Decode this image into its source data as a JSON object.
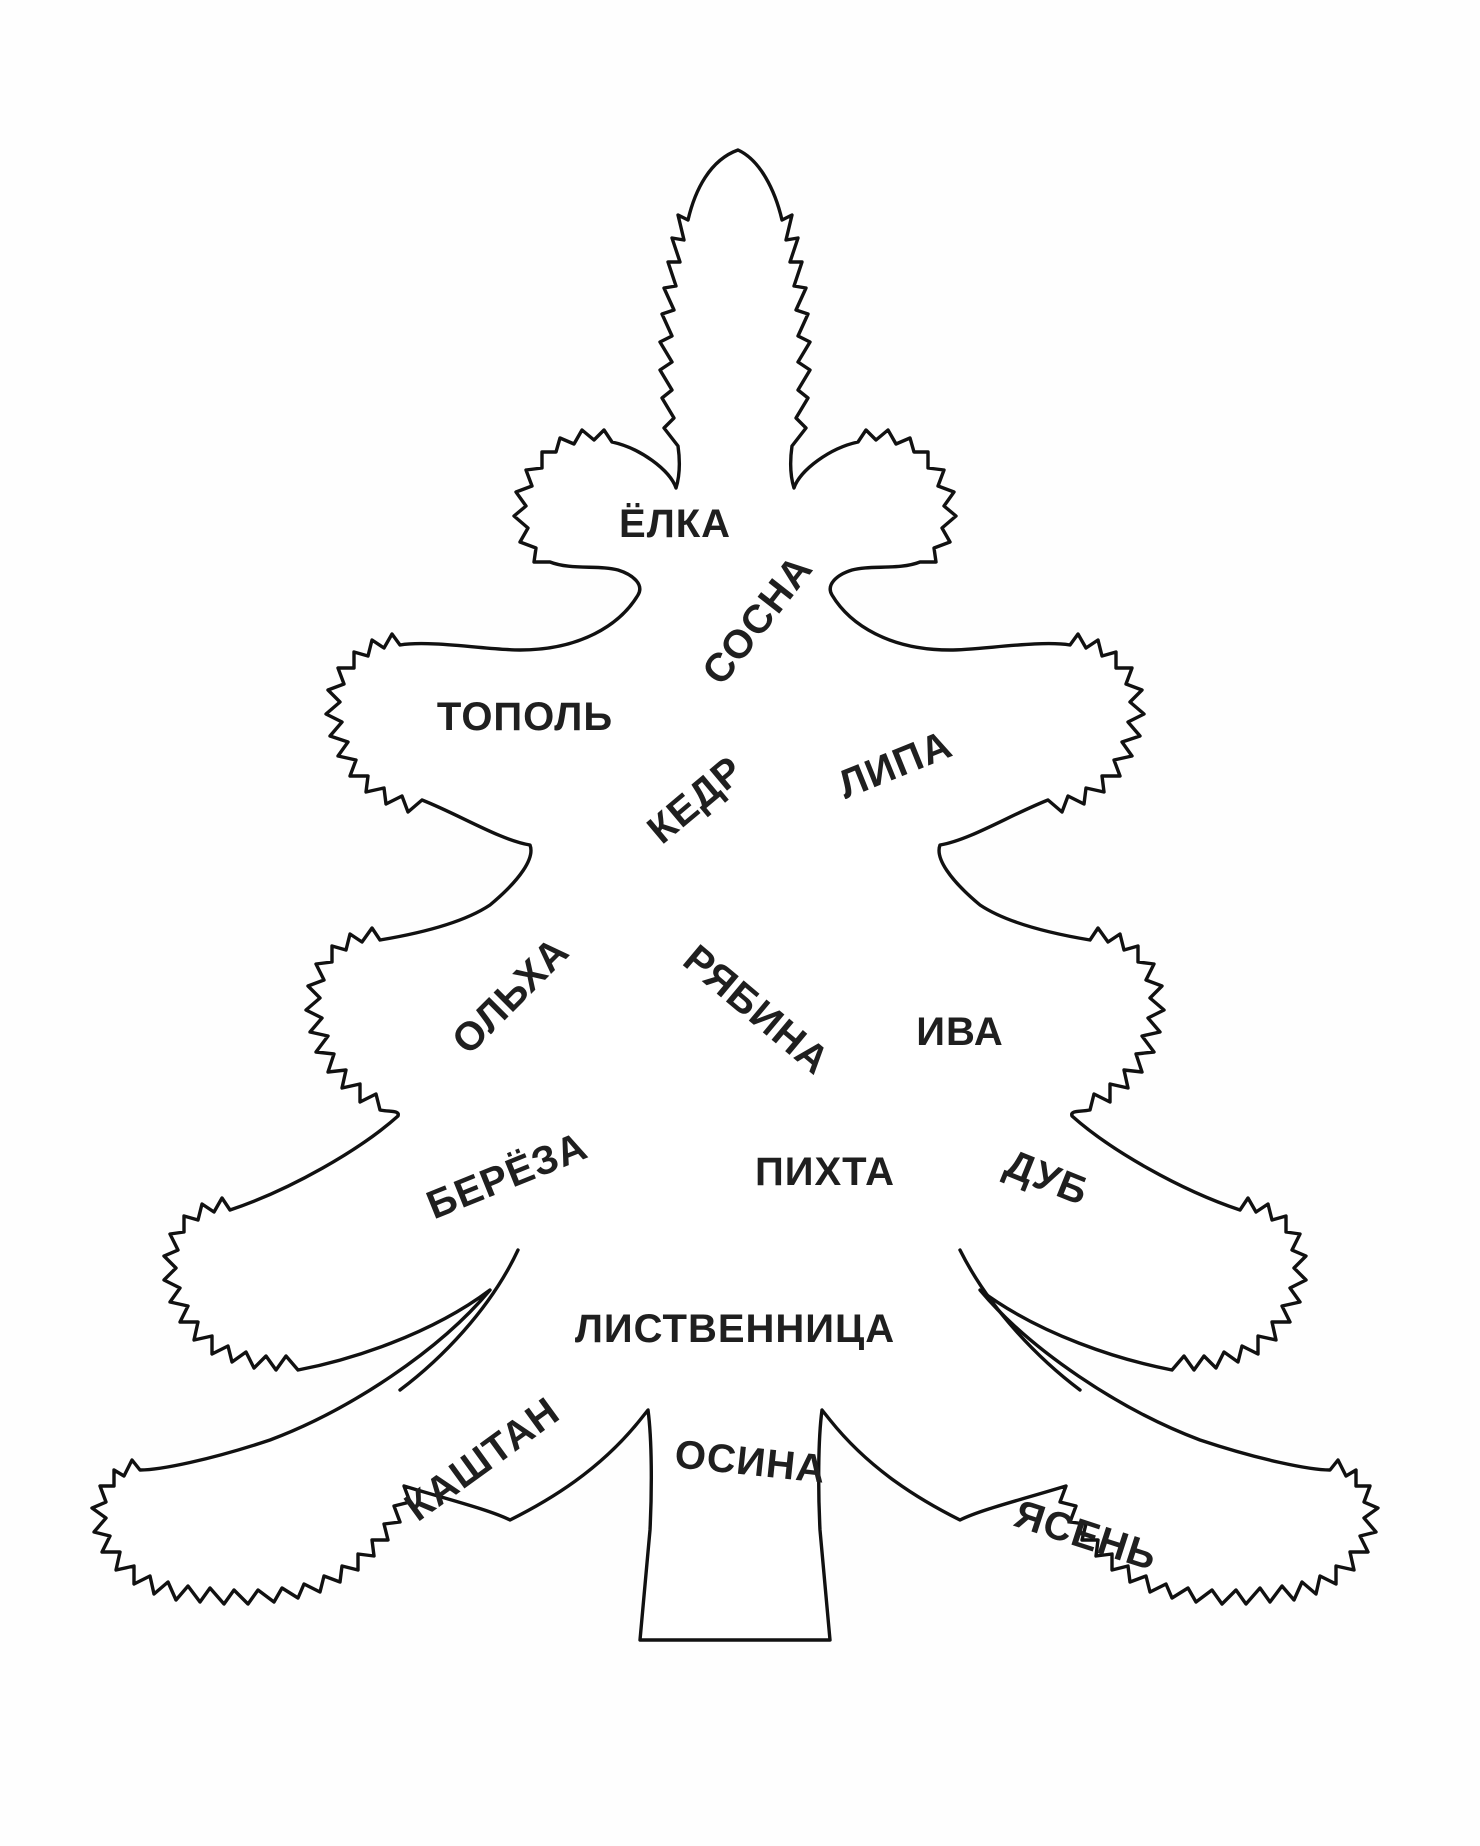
{
  "words": {
    "elka": "ЁЛКА",
    "sosna": "СОСНА",
    "topol": "ТОПОЛЬ",
    "kedr": "КЕДР",
    "lipa": "ЛИПА",
    "olkha": "ОЛЬХА",
    "ryabina": "РЯБИНА",
    "iva": "ИВА",
    "bereza": "БЕРЁЗА",
    "pikhta": "ПИХТА",
    "dub": "ДУБ",
    "listvennitsa": "ЛИСТВЕННИЦА",
    "kashtan": "КАШТАН",
    "osina": "ОСИНА",
    "yasen": "ЯСЕНЬ"
  },
  "colors": {
    "text": "#1f1f1f",
    "outline": "#111111",
    "paper": "#fefefe"
  }
}
